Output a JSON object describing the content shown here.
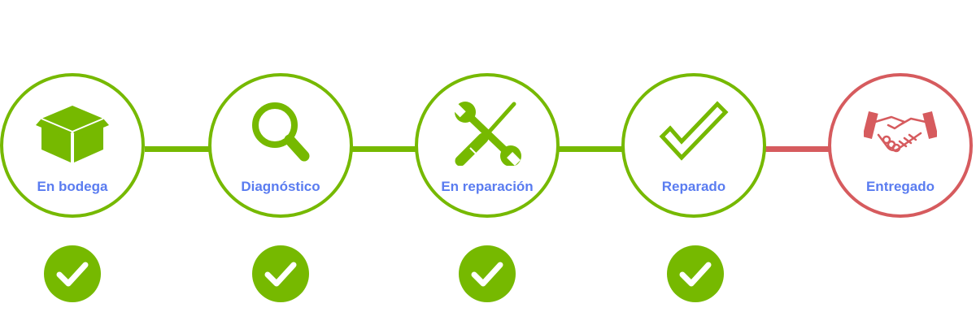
{
  "colors": {
    "complete": "#76b900",
    "pending": "#d65b5e",
    "label": "#5a7cf0"
  },
  "steps": [
    {
      "label": "En bodega",
      "icon": "box-icon",
      "status": "complete"
    },
    {
      "label": "Diagnóstico",
      "icon": "magnifier-icon",
      "status": "complete"
    },
    {
      "label": "En reparación",
      "icon": "tools-icon",
      "status": "complete"
    },
    {
      "label": "Reparado",
      "icon": "checkmark-outline-icon",
      "status": "complete"
    },
    {
      "label": "Entregado",
      "icon": "handshake-icon",
      "status": "pending"
    }
  ]
}
